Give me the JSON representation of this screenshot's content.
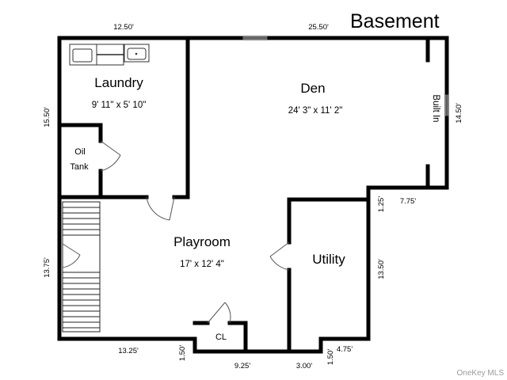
{
  "title": "Basement",
  "watermark": "OneKey MLS",
  "rooms": {
    "laundry": {
      "name": "Laundry",
      "size": "9' 11\" x 5' 10\""
    },
    "den": {
      "name": "Den",
      "size": "24' 3\" x 11' 2\""
    },
    "playroom": {
      "name": "Playroom",
      "size": "17' x 12' 4\""
    },
    "utility": {
      "name": "Utility"
    },
    "oil_tank": {
      "line1": "Oil",
      "line2": "Tank"
    },
    "closet": {
      "name": "CL"
    },
    "built_in": {
      "name": "Built In"
    }
  },
  "measurements": {
    "top_left": "12.50'",
    "top_right": "25.50'",
    "left_upper": "15.50'",
    "left_lower": "13.75'",
    "right_upper": "14.50'",
    "step_top_vertical": "1.25'",
    "step_top_horizontal": "7.75'",
    "right_lower": "13.50'",
    "bottom_left": "13.25'",
    "bottom_step_left": "1.50'",
    "bottom_middle": "9.25'",
    "bottom_utility": "3.00'",
    "bottom_step_right": "1.50'",
    "bottom_right": "4.75'"
  }
}
